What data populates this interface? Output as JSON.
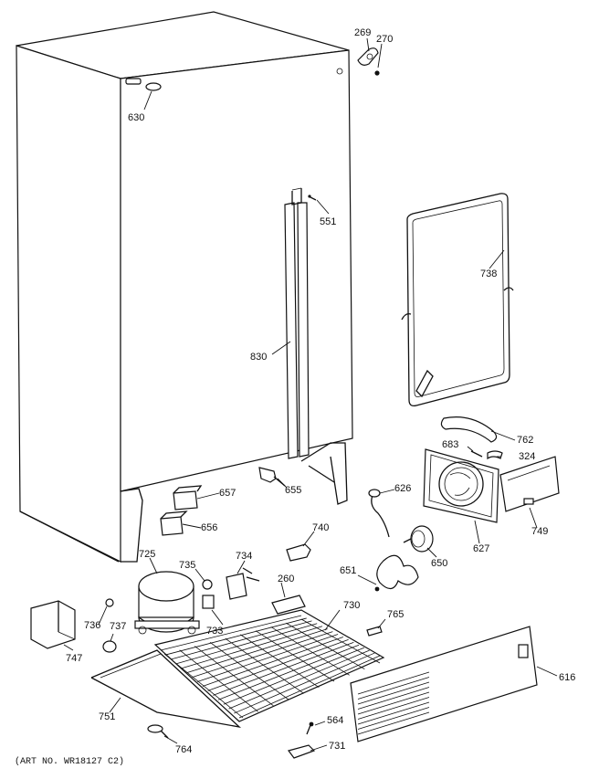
{
  "parts": {
    "p269": "269",
    "p270": "270",
    "p630": "630",
    "p551": "551",
    "p738": "738",
    "p830": "830",
    "p762": "762",
    "p683": "683",
    "p324": "324",
    "p657": "657",
    "p655": "655",
    "p626": "626",
    "p656": "656",
    "p740": "740",
    "p627": "627",
    "p749": "749",
    "p650": "650",
    "p725": "725",
    "p735": "735",
    "p734": "734",
    "p260": "260",
    "p651": "651",
    "p736": "736",
    "p737": "737",
    "p733": "733",
    "p730": "730",
    "p765": "765",
    "p747": "747",
    "p616": "616",
    "p751": "751",
    "p564": "564",
    "p764": "764",
    "p731": "731"
  },
  "art_number": "(ART NO. WR18127 C2)"
}
